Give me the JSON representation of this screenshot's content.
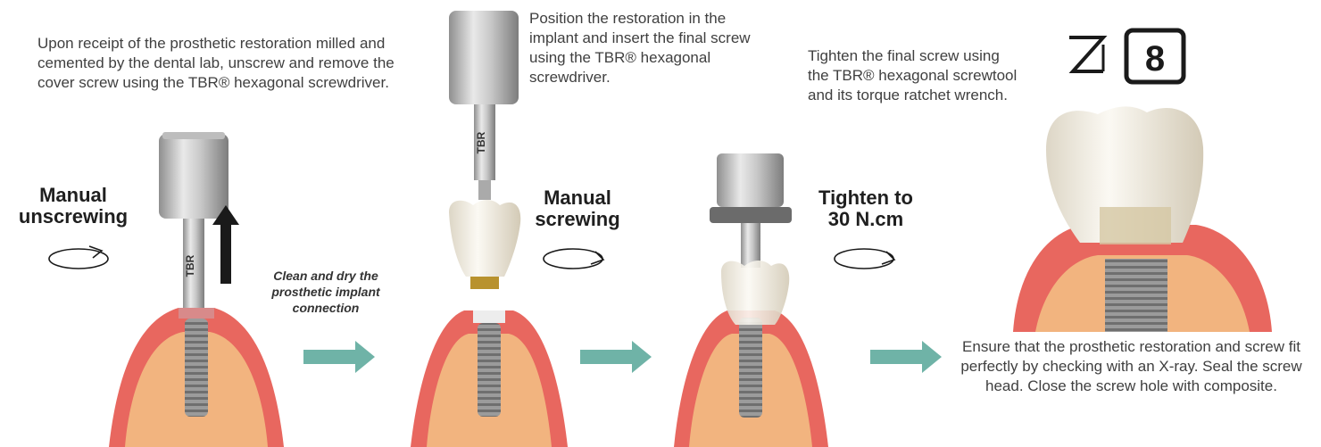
{
  "steps": {
    "step1": {
      "description": "Upon receipt of the prosthetic restoration milled and cemented by the dental lab, unscrew and remove the cover screw using the TBR® hexagonal screwdriver.",
      "action_line1": "Manual",
      "action_line2": "unscrewing",
      "tool_label": "TBR"
    },
    "step2": {
      "note_line1": "Clean and dry the",
      "note_line2": "prosthetic implant",
      "note_line3": "connection"
    },
    "step3": {
      "description": "Position the restoration in the implant and insert the final screw using the TBR® hexagonal screwdriver.",
      "action_line1": "Manual",
      "action_line2": "screwing",
      "tool_label": "TBR"
    },
    "step4": {
      "description": "Tighten the final screw using the TBR® hexagonal screwtool and its torque ratchet wrench.",
      "action_line1": "Tighten to",
      "action_line2": "30 N.cm"
    },
    "step5": {
      "description": "Ensure that the prosthetic restoration and screw fit perfectly by checking with an X-ray. Seal the screw head. Close the screw hole with composite."
    },
    "brand": {
      "logo": "Z1",
      "badge": "8"
    },
    "colors": {
      "gum": "#e8675f",
      "bone": "#f2b47f",
      "arrow": "#6fb3a7",
      "implant": "#9a9a9a"
    }
  }
}
